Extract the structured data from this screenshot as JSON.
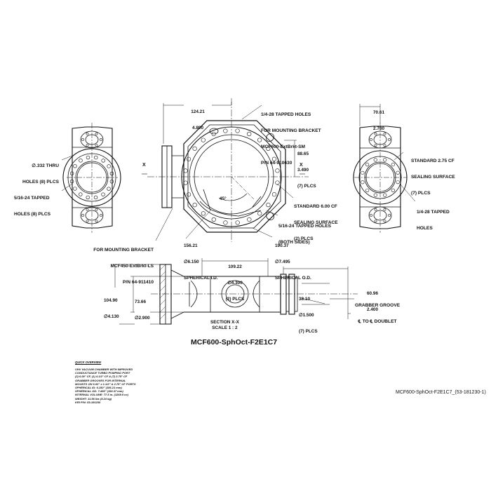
{
  "drawing": {
    "title": "MCF600-SphOct-F2E1C7",
    "part_number_ref": "MCF600-SphOct-F2E1C7_(53-181230-1)",
    "section_label": "SECTION X-X",
    "scale_label": "SCALE 1 : 2",
    "section_marker": "X",
    "angle_label": "45°"
  },
  "callouts": {
    "top_holes": [
      "1/4-28 TAPPED HOLES",
      "FOR MOUNTING BRACKET",
      "MCF600-ExtBrkt-SM",
      "P/N 64-910630"
    ],
    "thru_holes": [
      "∅.332 THRU",
      "HOLES (8) PLCS"
    ],
    "left_tapped": [
      "5/16-24 TAPPED",
      "HOLES (8) PLCS"
    ],
    "bottom_bracket": [
      "FOR MOUNTING BRACKET",
      "MCF450-ExtBrkt-LS",
      "P/N 64-911410"
    ],
    "std600": [
      "STANDARD 6.00 CF",
      "SEALING SURFACE",
      "(2) PLCS"
    ],
    "tapped_both": [
      "5/16-24 TAPPED HOLES",
      "(BOTH SIDES)"
    ],
    "std275": [
      "STANDARD 2.75 CF",
      "SEALING SURFACE",
      "(7) PLCS"
    ],
    "right_tapped": [
      "1/4-28 TAPPED",
      "HOLES"
    ],
    "grabber": [
      "GRABBER GROOVE",
      "℄ TO ℄ DOUBLET"
    ]
  },
  "dimensions": {
    "d124": [
      "124.21",
      "4.890"
    ],
    "d70": [
      "70.61",
      "2.780"
    ],
    "d88": [
      "88.65",
      "3.490",
      "(7) PLCS"
    ],
    "d156": [
      "156.21",
      "∅6.150",
      "SPHERICAL I.D."
    ],
    "d190": [
      "190.37",
      "∅7.495",
      "SPHERICAL O.D."
    ],
    "d109": [
      "109.22",
      "∅4.300",
      "(2) PLCS"
    ],
    "d104": [
      "104.90",
      "∅4.130"
    ],
    "d73": [
      "73.66",
      "∅2.900"
    ],
    "d38": [
      "38.10",
      "∅1.500",
      "(7) PLCS"
    ],
    "d60": [
      "60.96",
      "2.400"
    ]
  },
  "overview": {
    "heading": "QUICK OVERVIEW",
    "lines": [
      "UHV VACUUM CHAMBER WITH IMPROVED",
      "CONDUCTANCE TURBO PUMPING PORT",
      "(2) 6.00\" CF, (1) 4.1/2\" CF & (7) 2.75\" CF",
      "GRABBER GROOVES FOR INTERNAL",
      "MOUNTS ON 6.00\" x 1.1/2\" & 2.75\" CF PORTS",
      "SPHERICAL ID: 6.150\" (156.21 mm)",
      "SPHERICAL OD: 7.495\" (190.37 mm)",
      "INTERNAL VOLUME: 77.5 in. (1269.5 cc)",
      "WEIGHT: 11.56 lbs (5.24 kg)",
      "KRI P/N: 53-181230"
    ]
  }
}
